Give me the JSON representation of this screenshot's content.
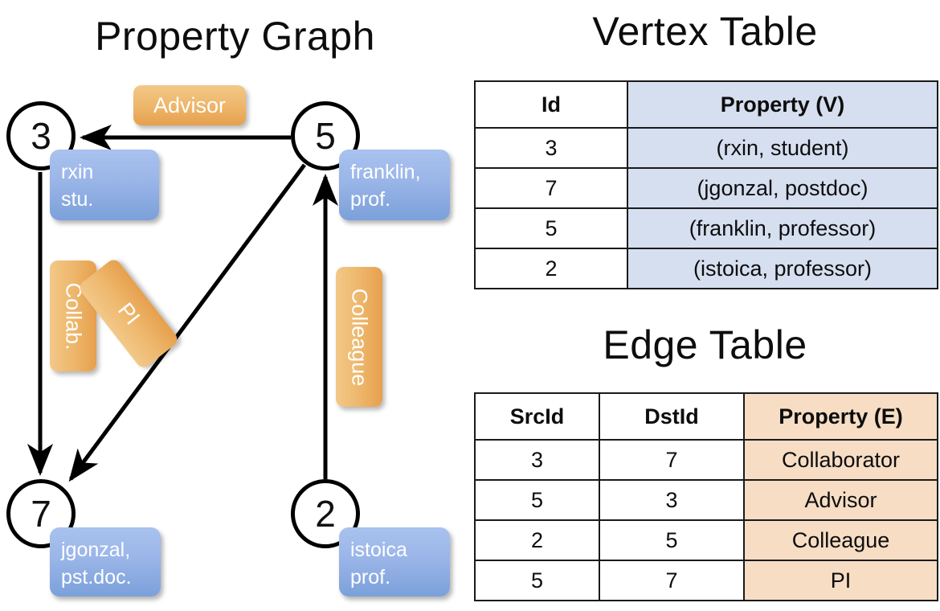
{
  "titles": {
    "property_graph": "Property Graph",
    "vertex_table": "Vertex Table",
    "edge_table": "Edge Table"
  },
  "graph": {
    "nodes": [
      {
        "id": "3",
        "label": "3",
        "prop_lines": [
          "rxin",
          "stu."
        ]
      },
      {
        "id": "5",
        "label": "5",
        "prop_lines": [
          "franklin,",
          "prof."
        ]
      },
      {
        "id": "7",
        "label": "7",
        "prop_lines": [
          "jgonzal,",
          "pst.doc."
        ]
      },
      {
        "id": "2",
        "label": "2",
        "prop_lines": [
          "istoica",
          "prof."
        ]
      }
    ],
    "edge_badges": [
      {
        "name": "advisor",
        "label": "Advisor"
      },
      {
        "name": "collab",
        "label": "Collab."
      },
      {
        "name": "pi",
        "label": "PI"
      },
      {
        "name": "colleague",
        "label": "Colleague"
      }
    ],
    "edges": [
      {
        "src": "5",
        "dst": "3",
        "label": "Advisor"
      },
      {
        "src": "3",
        "dst": "7",
        "label": "Collab."
      },
      {
        "src": "5",
        "dst": "7",
        "label": "PI"
      },
      {
        "src": "2",
        "dst": "5",
        "label": "Colleague"
      }
    ]
  },
  "vertex_table": {
    "headers": [
      "Id",
      "Property (V)"
    ],
    "rows": [
      {
        "id": "3",
        "property": "(rxin, student)"
      },
      {
        "id": "7",
        "property": "(jgonzal, postdoc)"
      },
      {
        "id": "5",
        "property": "(franklin, professor)"
      },
      {
        "id": "2",
        "property": "(istoica, professor)"
      }
    ]
  },
  "edge_table": {
    "headers": [
      "SrcId",
      "DstId",
      "Property (E)"
    ],
    "rows": [
      {
        "src": "3",
        "dst": "7",
        "property": "Collaborator"
      },
      {
        "src": "5",
        "dst": "3",
        "property": "Advisor"
      },
      {
        "src": "2",
        "dst": "5",
        "property": "Colleague"
      },
      {
        "src": "5",
        "dst": "7",
        "property": "PI"
      }
    ]
  },
  "colors": {
    "vertex_property_fill": "#d6dff0",
    "edge_property_fill": "#f6ddc4",
    "node_box_blue": "#8fb0e2",
    "edge_badge_orange": "#eeb76c",
    "stroke": "#000000"
  }
}
